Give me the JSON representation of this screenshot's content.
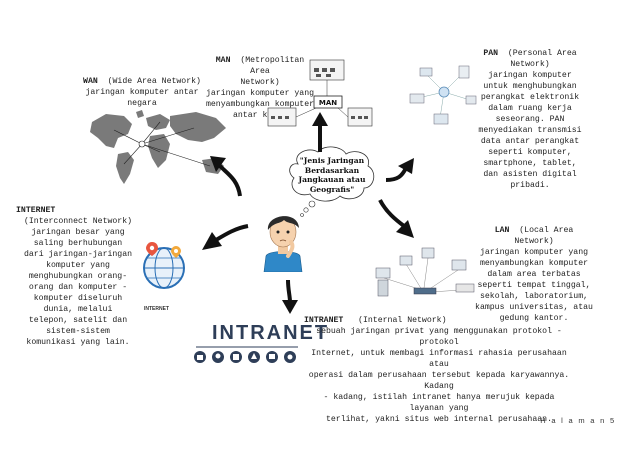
{
  "center": {
    "thought": [
      "\"Jenis Jaringan",
      "Berdasarkan",
      "Jangkauan atau",
      "Geografis\""
    ]
  },
  "wan": {
    "title": "WAN",
    "subtitle": "(Wide Area Network)",
    "lines": [
      "jaringan komputer antar",
      "negara"
    ]
  },
  "man": {
    "title": "MAN",
    "subtitle": "(Metropolitan Area",
    "lines": [
      "Network)",
      "jaringan komputer yang",
      "menyambungkan komputer",
      "antar kota."
    ],
    "diagram_label": "MAN"
  },
  "pan": {
    "title": "PAN",
    "subtitle": "(Personal Area",
    "lines": [
      "Network)",
      "jaringan komputer",
      "untuk menghubungkan",
      "perangkat elektronik",
      "dalam ruang kerja",
      "seseorang. PAN",
      "menyediakan transmisi",
      "data antar perangkat",
      "seperti komputer,",
      "smartphone, tablet,",
      "dan asisten digital",
      "pribadi."
    ]
  },
  "internet": {
    "title": "INTERNET",
    "lines": [
      "(Interconnect Network)",
      "jaringan besar yang",
      "saling berhubungan",
      "dari jaringan-jaringan",
      "komputer yang",
      "menghubungkan orang-",
      "orang dan komputer -",
      "komputer diseluruh",
      "dunia, melalui",
      "telepon, satelit dan",
      "sistem-sistem",
      "komunikasi yang lain."
    ],
    "icon_label": "INTERNET"
  },
  "lan": {
    "title": "LAN",
    "subtitle": "(Local Area Network)",
    "lines": [
      "jaringan komputer yang",
      "menyambungkan komputer",
      "dalam area terbatas",
      "seperti tempat tinggal,",
      "sekolah, laboratorium,",
      "kampus universitas, atau",
      "gedung kantor."
    ]
  },
  "intranet": {
    "title": "INTRANET",
    "subtitle": "(Internal Network)",
    "lines": [
      "sebuah jaringan privat yang menggunakan protokol - protokol",
      "Internet, untuk membagi informasi rahasia perusahaan atau",
      "operasi dalam perusahaan tersebut kepada karyawannya. Kadang",
      "- kadang, istilah intranet hanya merujuk kepada layanan yang",
      "terlihat, yakni situs web internal perusahaan."
    ],
    "banner": "INTRANET"
  },
  "footer": {
    "page": "H a l a m a n  5"
  },
  "colors": {
    "arrow": "#111111",
    "map": "#7a7a7a",
    "character_hair": "#2b2b2b",
    "character_shirt": "#2f88c8",
    "intranet_blue": "#2e3e58",
    "globe_blue": "#2a6fb5"
  }
}
